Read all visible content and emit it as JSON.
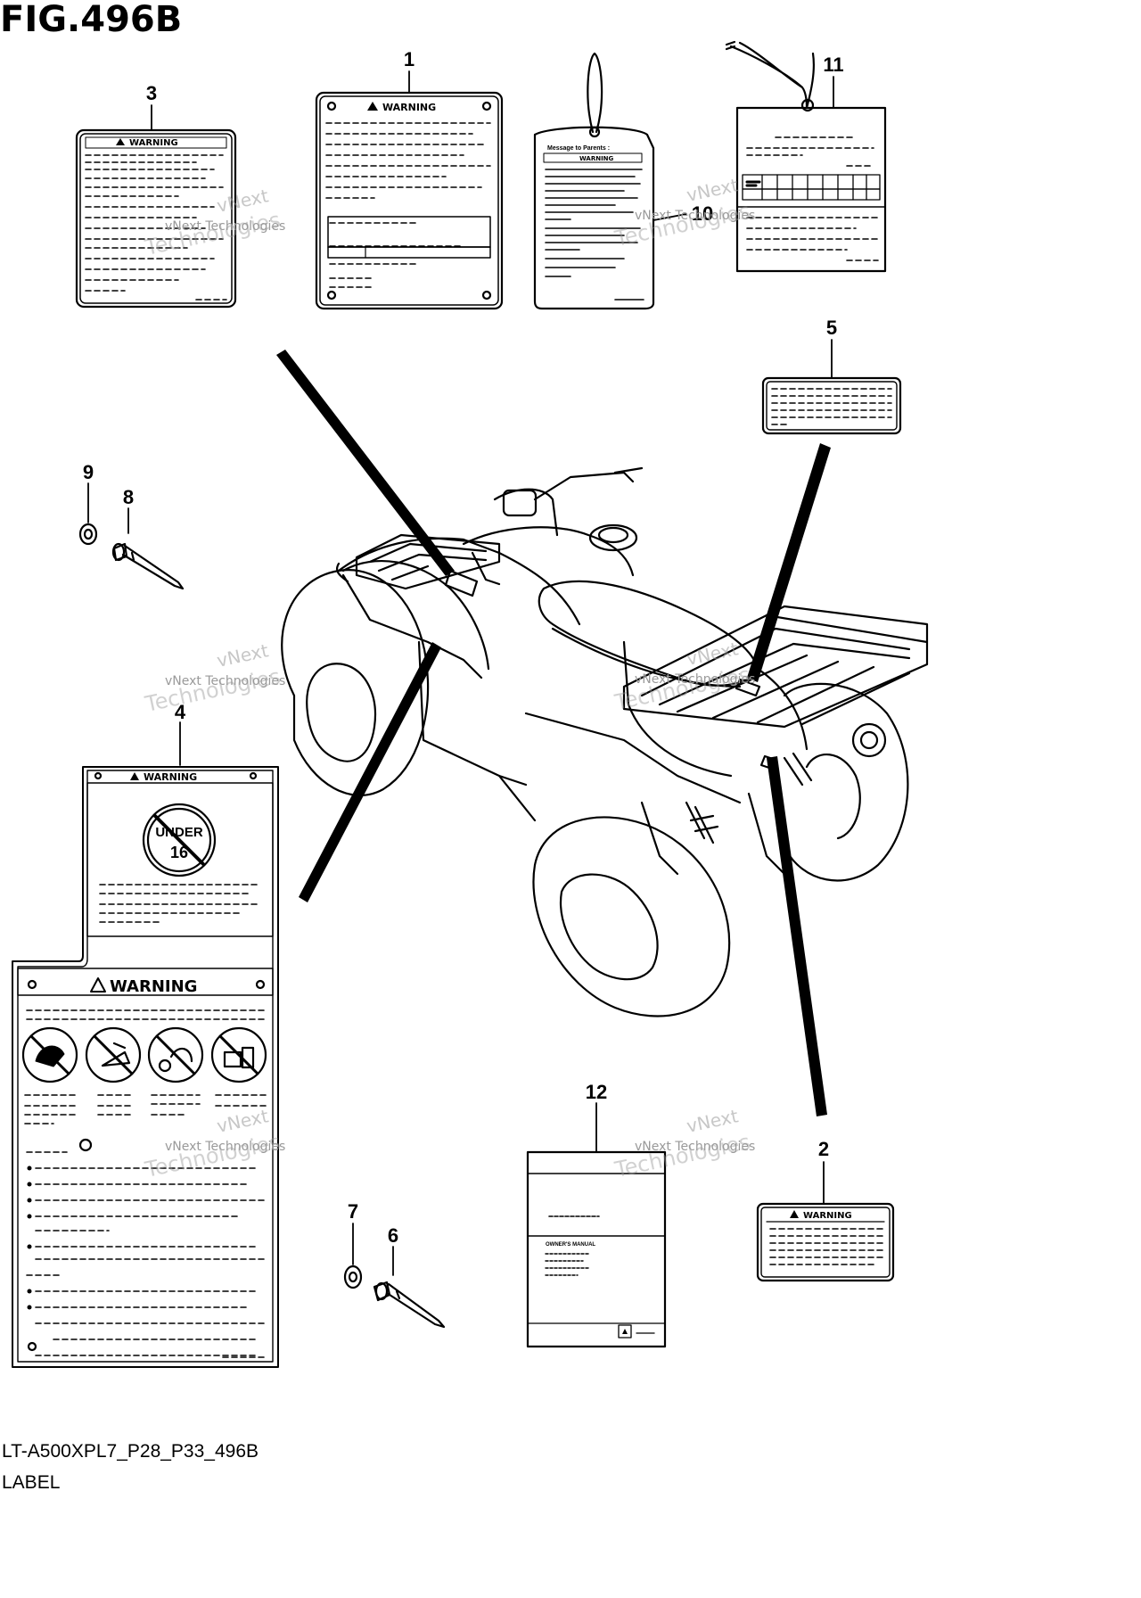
{
  "figure": {
    "title": "FIG.496B",
    "model_code": "LT-A500XPL7_P28_P33_496B",
    "caption": "LABEL"
  },
  "callouts": [
    "1",
    "2",
    "3",
    "4",
    "5",
    "6",
    "7",
    "8",
    "9",
    "10",
    "11",
    "12"
  ],
  "label_texts": {
    "warning": "WARNING",
    "message_to_parents": "Message to Parents :",
    "under": "UNDER",
    "age": "16",
    "owners_manual": "OWNER'S MANUAL"
  },
  "watermark": {
    "line1": "vNext Technologies",
    "line2": "vNext",
    "line3": "Technologies"
  }
}
